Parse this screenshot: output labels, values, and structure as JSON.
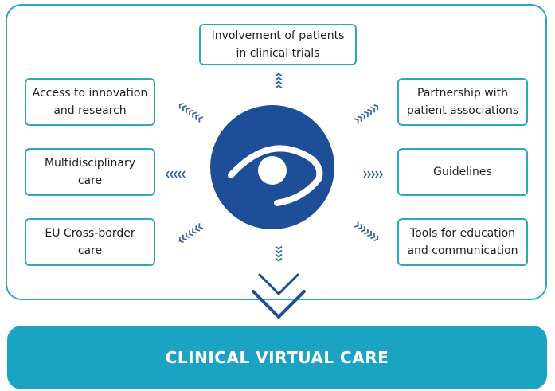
{
  "diagram": {
    "center_icon": "eye-icon",
    "colors": {
      "accent": "#29a9c7",
      "navy": "#1f4e99",
      "arrow": "#3a63b0",
      "bottom_bar": "#1aa3c2"
    },
    "boxes": {
      "involvement": "Involvement of patients\nin clinical trials",
      "access": "Access to innovation\nand research",
      "partnership": "Partnership with\npatient associations",
      "multidisciplinary": "Multidisciplinary\ncare",
      "guidelines": "Guidelines",
      "eu_cross_border": "EU Cross-border\ncare",
      "tools": "Tools for education\nand communication"
    },
    "bottom_label": "CLINICAL VIRTUAL CARE"
  }
}
